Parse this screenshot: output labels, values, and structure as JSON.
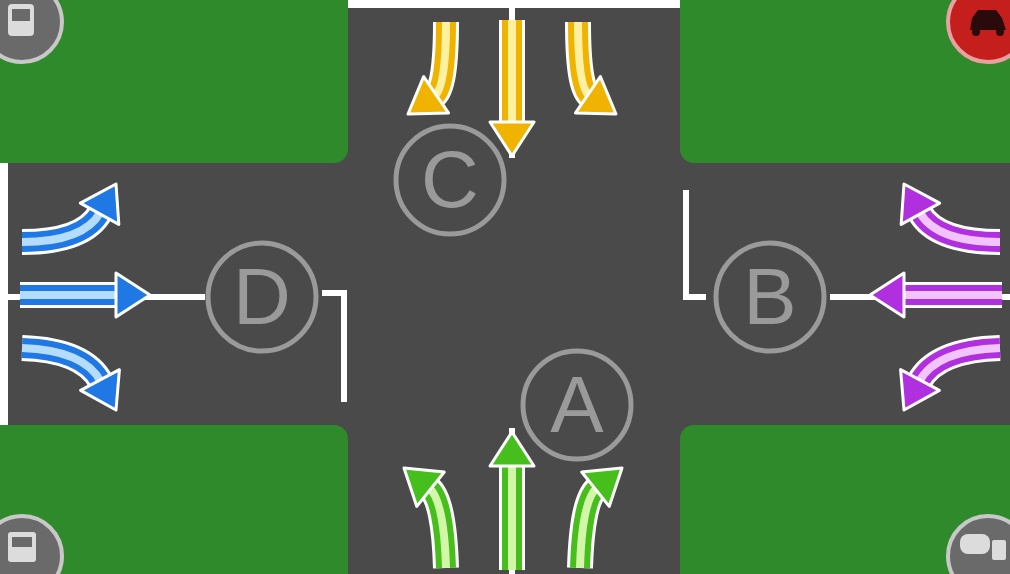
{
  "diagram": {
    "nodes": [
      {
        "text": [
          "C"
        ]
      },
      {
        "text": [
          "D"
        ]
      },
      {
        "text": [
          "B"
        ]
      },
      {
        "text": [
          "A"
        ]
      }
    ]
  }
}
